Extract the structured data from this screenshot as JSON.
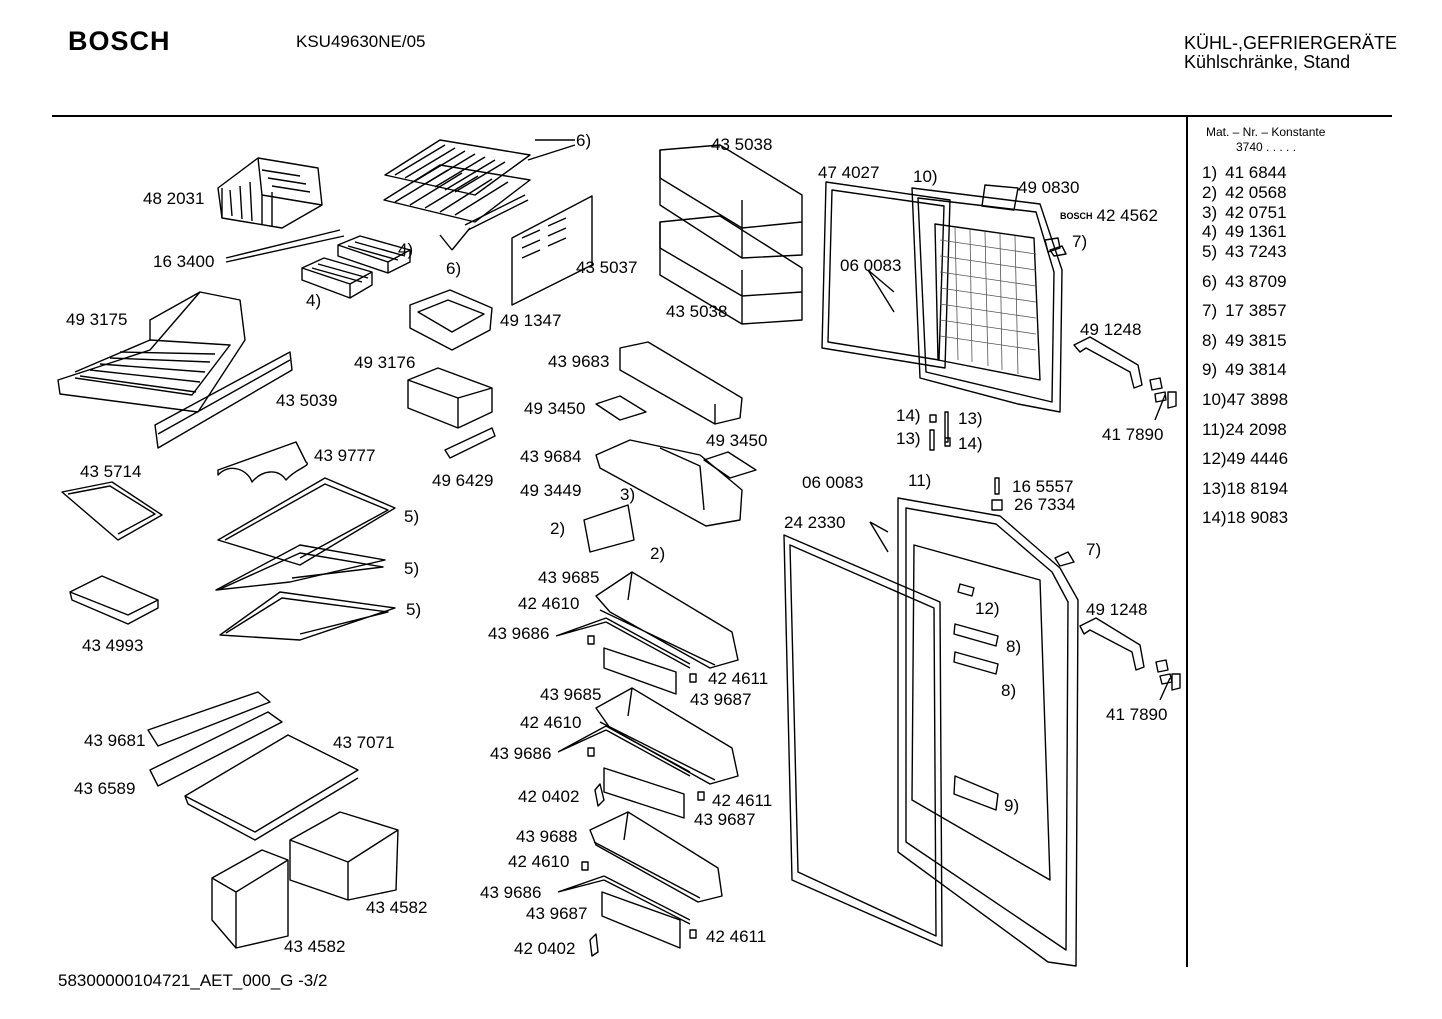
{
  "header": {
    "brand": "BOSCH",
    "model": "KSU49630NE/05",
    "category_line1": "KÜHL-,GEFRIERGERÄTE",
    "category_line2": "Kühlschränke, Stand"
  },
  "footer": {
    "doc_id": "58300000104721_AET_000_G  -3/2"
  },
  "legend": {
    "header": "Mat. – Nr. – Konstante",
    "constant": "3740  .  .  .  .  .",
    "rows": [
      {
        "ref": "1)",
        "num": "41 6844"
      },
      {
        "ref": "2)",
        "num": "42 0568"
      },
      {
        "ref": "3)",
        "num": "42 0751"
      },
      {
        "ref": "4)",
        "num": "49 1361"
      },
      {
        "ref": "5)",
        "num": "43 7243"
      },
      {
        "ref": "6)",
        "num": "43 8709"
      },
      {
        "ref": "7)",
        "num": "17 3857"
      },
      {
        "ref": "8)",
        "num": "49 3815"
      },
      {
        "ref": "9)",
        "num": "49 3814"
      },
      {
        "ref": "10)",
        "num": "47 3898"
      },
      {
        "ref": "11)",
        "num": "24 2098"
      },
      {
        "ref": "12)",
        "num": "49 4446"
      },
      {
        "ref": "13)",
        "num": "18 8194"
      },
      {
        "ref": "14)",
        "num": "18 9083"
      }
    ]
  },
  "parts": {
    "p482031": "48 2031",
    "p163400": "16 3400",
    "p6a": "6)",
    "p6b": "6)",
    "p4a": "4)",
    "p4b": "4)",
    "p435037": "43 5037",
    "p435038a": "43 5038",
    "p435038b": "43 5038",
    "p474027": "47 4027",
    "p10": "10)",
    "p490830": "49 0830",
    "bosch_small": "BOSCH",
    "p424562": "42 4562",
    "p7a": "7)",
    "p060083a": "06 0083",
    "p491248a": "49 1248",
    "p417890a": "41 7890",
    "p14a": "14)",
    "p13a": "13)",
    "p13b": "13)",
    "p14b": "14)",
    "p493175": "49 3175",
    "p491347": "49 1347",
    "p493176": "49 3176",
    "p435039": "43 5039",
    "p439683": "43 9683",
    "p493450a": "49 3450",
    "p493450b": "49 3450",
    "p439684": "43 9684",
    "p435714": "43 5714",
    "p439777": "43 9777",
    "p496429": "49 6429",
    "p493449": "49 3449",
    "p3": "3)",
    "p2a": "2)",
    "p2b": "2)",
    "p5a": "5)",
    "p5b": "5)",
    "p5c": "5)",
    "p060083b": "06 0083",
    "p11": "11)",
    "p165557": "16 5557",
    "p267334": "26 7334",
    "p242330": "24 2330",
    "p7b": "7)",
    "p434993": "43 4993",
    "p439685a": "43 9685",
    "p424610a": "42 4610",
    "p439686a": "43 9686",
    "p424611a": "42 4611",
    "p439687a": "43 9687",
    "p12": "12)",
    "p8a": "8)",
    "p8b": "8)",
    "p491248b": "49 1248",
    "p417890b": "41 7890",
    "p439685b": "43 9685",
    "p424610b": "42 4610",
    "p439686b": "43 9686",
    "p424611b": "42 4611",
    "p439687b": "43 9687",
    "p420402a": "42 0402",
    "p9": "9)",
    "p439681": "43 9681",
    "p437071": "43 7071",
    "p436589": "43 6589",
    "p439688": "43 9688",
    "p424610c": "42 4610",
    "p439686c": "43 9686",
    "p439687c": "43 9687",
    "p434582a": "43 4582",
    "p434582b": "43 4582",
    "p420402b": "42 0402",
    "p424611c": "42 4611"
  }
}
